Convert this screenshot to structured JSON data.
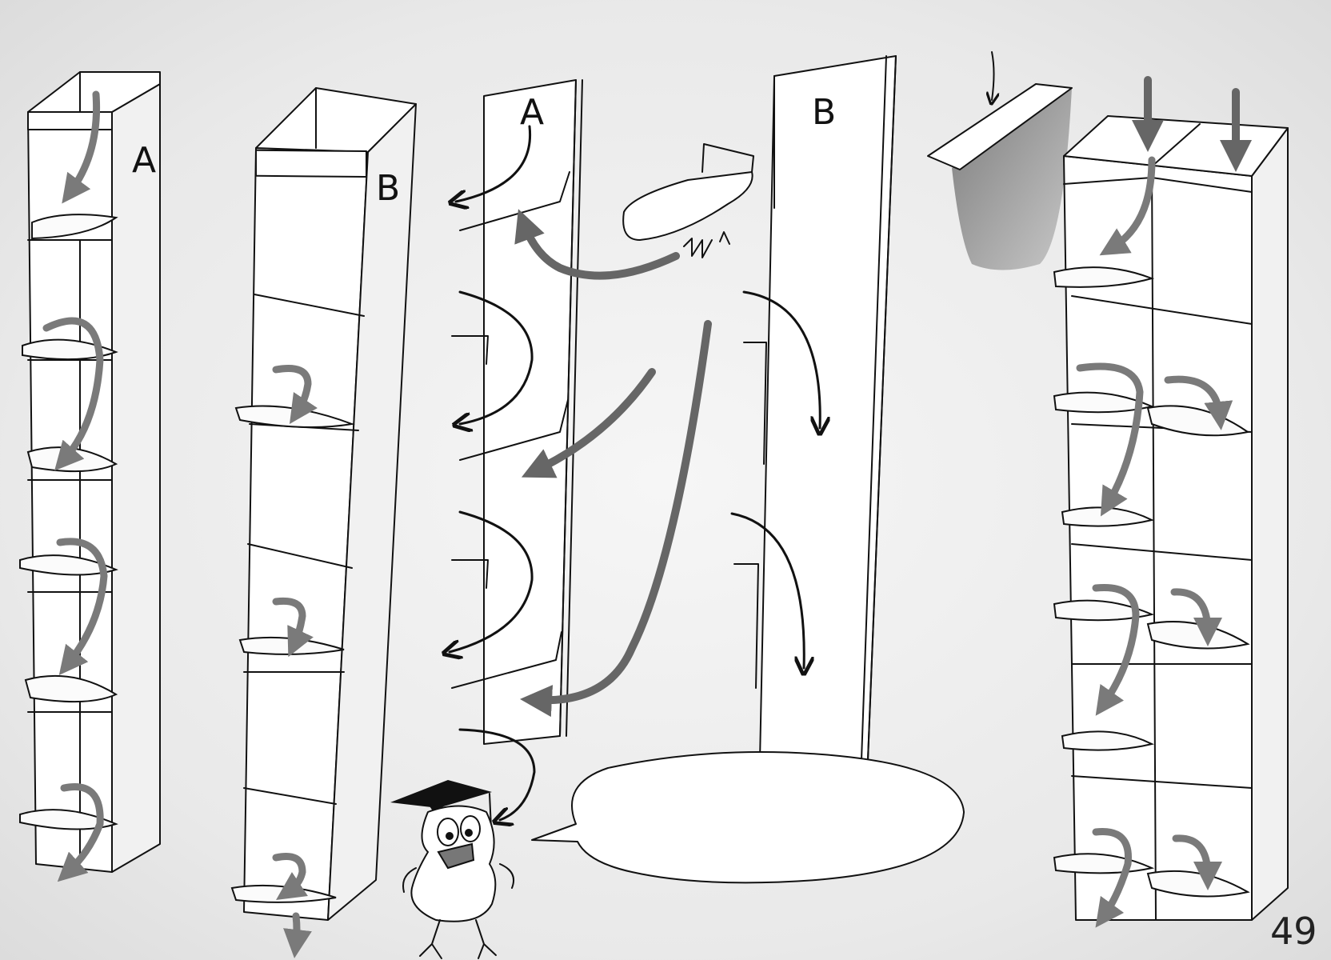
{
  "labels": {
    "column1": "A",
    "column2": "B",
    "section_a": "A",
    "section_b": "B"
  },
  "page_number": "49",
  "speech_bubble_text": "",
  "colors": {
    "arrow_gray": "#7a7a7a",
    "arrow_dark": "#666666",
    "ink": "#111111",
    "paper": "#ffffff"
  }
}
